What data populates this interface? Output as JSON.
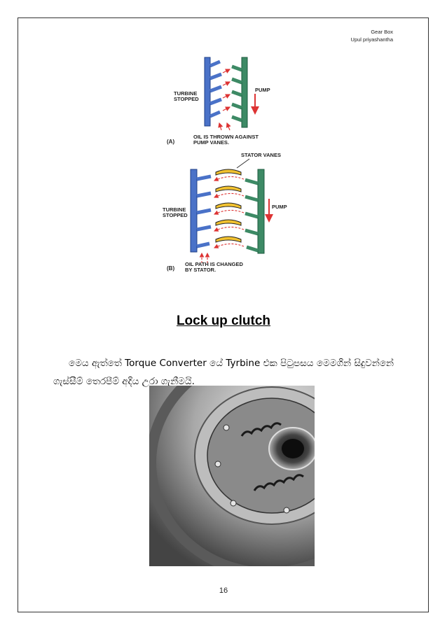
{
  "header": {
    "line1": "Gear Box",
    "line2": "Upul priyashantha"
  },
  "figure_a": {
    "turbine_label_1": "TURBINE",
    "turbine_label_2": "STOPPED",
    "pump_label": "PUMP",
    "oil_label_1": "OIL IS THROWN AGAINST",
    "oil_label_2": "PUMP VANES.",
    "tag": "(A)"
  },
  "figure_b": {
    "stator_label": "STATOR VANES",
    "turbine_label_1": "TURBINE",
    "turbine_label_2": "STOPPED",
    "pump_label": "PUMP",
    "oil_label_1": "OIL PATH IS CHANGED",
    "oil_label_2": "BY STATOR.",
    "tag": "(B)"
  },
  "section": {
    "heading": "Lock up clutch",
    "paragraph": "මෙය ඇත්තේ Torque Converter යේ Tyrbine එක පිටුපසය මෙමගින් සිදුවන්නේ ගැස්සීම් තෙරපීම් අදිය උරා ගැනීමයි."
  },
  "photo": {
    "subject": "lock-up clutch disc photo"
  },
  "footer": {
    "page_number": "16"
  }
}
